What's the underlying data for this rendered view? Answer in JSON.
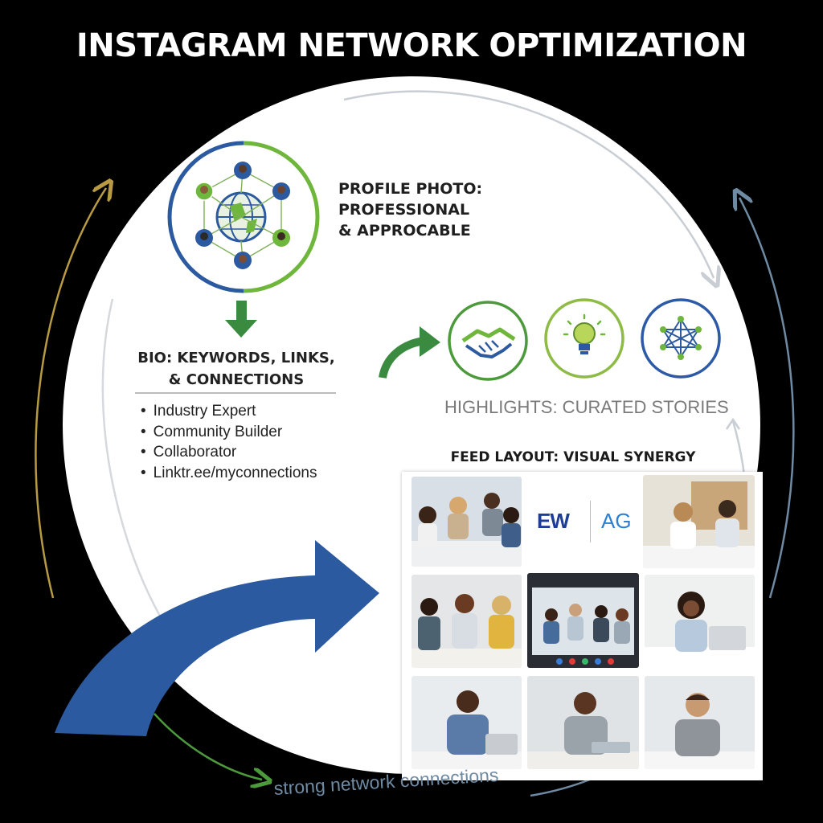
{
  "title": "INSTAGRAM NETWORK OPTIMIZATION",
  "profile": {
    "lines": [
      "PROFILE PHOTO:",
      "PROFESSIONAL",
      "& APPROCABLE"
    ]
  },
  "bio": {
    "title_lines": [
      "BIO: KEYWORDS, LINKS,",
      "& CONNECTIONS"
    ],
    "items": [
      "Industry Expert",
      "Community Builder",
      "Collaborator",
      "Linktr.ee/myconnections"
    ]
  },
  "highlights": {
    "label": "HIGHLIGHTS: CURATED STORIES",
    "icons": [
      {
        "name": "handshake-icon",
        "ring": "#4c9a3b"
      },
      {
        "name": "lightbulb-icon",
        "ring": "#8dbb45"
      },
      {
        "name": "network-icon",
        "ring": "#2d5aa6"
      }
    ]
  },
  "feed": {
    "label": "FEED LAYOUT: VISUAL SYNERGY",
    "logo_left": "EW",
    "logo_right": "AG"
  },
  "footer": "strong network connections",
  "colors": {
    "blue": "#2c5aa0",
    "green": "#6fb63c",
    "dark_green": "#3a8a3f",
    "gold": "#b79a42",
    "slate": "#6f8aa3"
  }
}
